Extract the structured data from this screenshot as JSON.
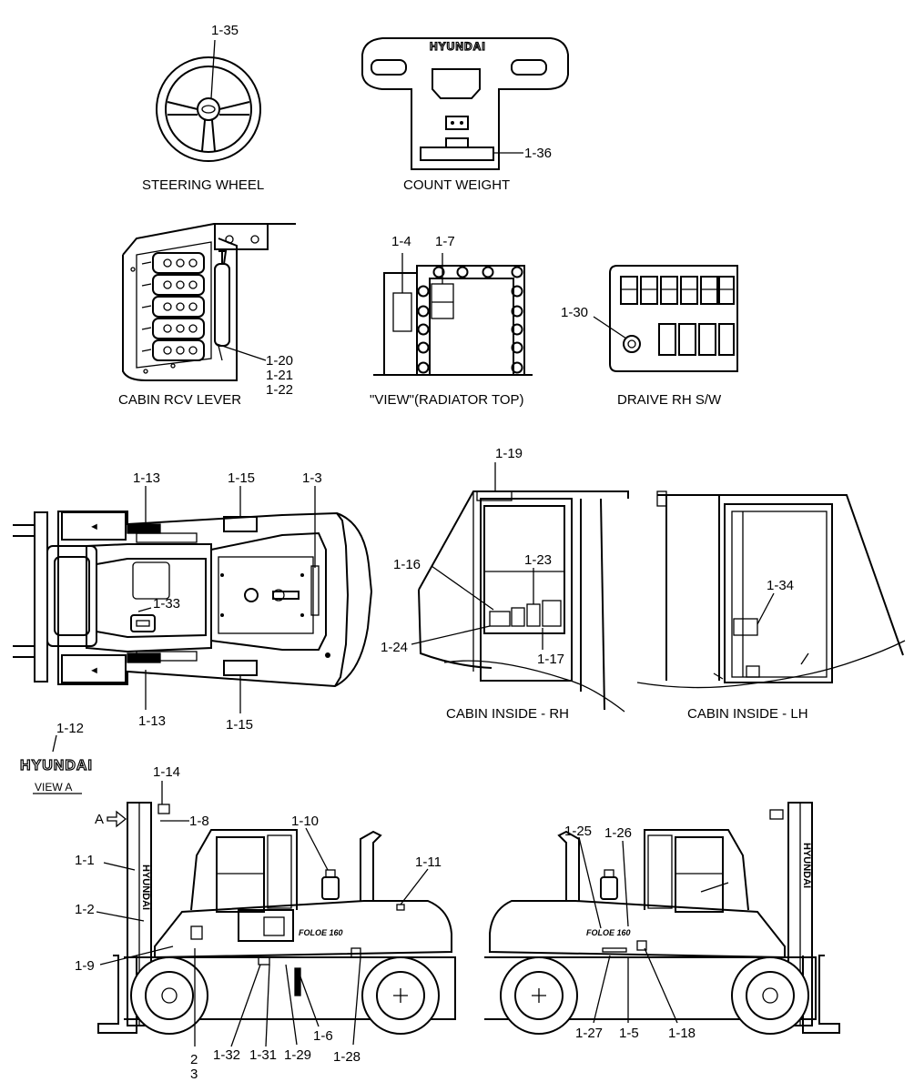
{
  "captions": {
    "steering_wheel": "STEERING WHEEL",
    "count_weight": "COUNT WEIGHT",
    "cabin_rcv_lever": "CABIN RCV LEVER",
    "view_radiator": "\"VIEW\"(RADIATOR TOP)",
    "draive_rh_sw": "DRAIVE RH S/W",
    "cabin_inside_rh": "CABIN INSIDE - RH",
    "cabin_inside_lh": "CABIN INSIDE - LH",
    "view_a": "VIEW A",
    "arrow_a": "A"
  },
  "brand": "HYUNDAI",
  "model_badge": "FOLOE 160",
  "labels": {
    "l1_35": "1-35",
    "l1_36": "1-36",
    "l1_4": "1-4",
    "l1_7": "1-7",
    "l1_30": "1-30",
    "l1_20": "1-20",
    "l1_21": "1-21",
    "l1_22": "1-22",
    "l1_13a": "1-13",
    "l1_15a": "1-15",
    "l1_3": "1-3",
    "l1_33": "1-33",
    "l1_13b": "1-13",
    "l1_15b": "1-15",
    "l1_19": "1-19",
    "l1_16": "1-16",
    "l1_23": "1-23",
    "l1_24": "1-24",
    "l1_17": "1-17",
    "l1_34": "1-34",
    "l1_12": "1-12",
    "l1_14": "1-14",
    "l1_8": "1-8",
    "l1_1": "1-1",
    "l1_2": "1-2",
    "l1_9": "1-9",
    "l1_10": "1-10",
    "l1_11": "1-11",
    "l1_32": "1-32",
    "l1_31": "1-31",
    "l1_29": "1-29",
    "l1_6": "1-6",
    "l1_28": "1-28",
    "n2": "2",
    "n3": "3",
    "l1_25": "1-25",
    "l1_26": "1-26",
    "l1_27": "1-27",
    "l1_5": "1-5",
    "l1_18": "1-18"
  }
}
